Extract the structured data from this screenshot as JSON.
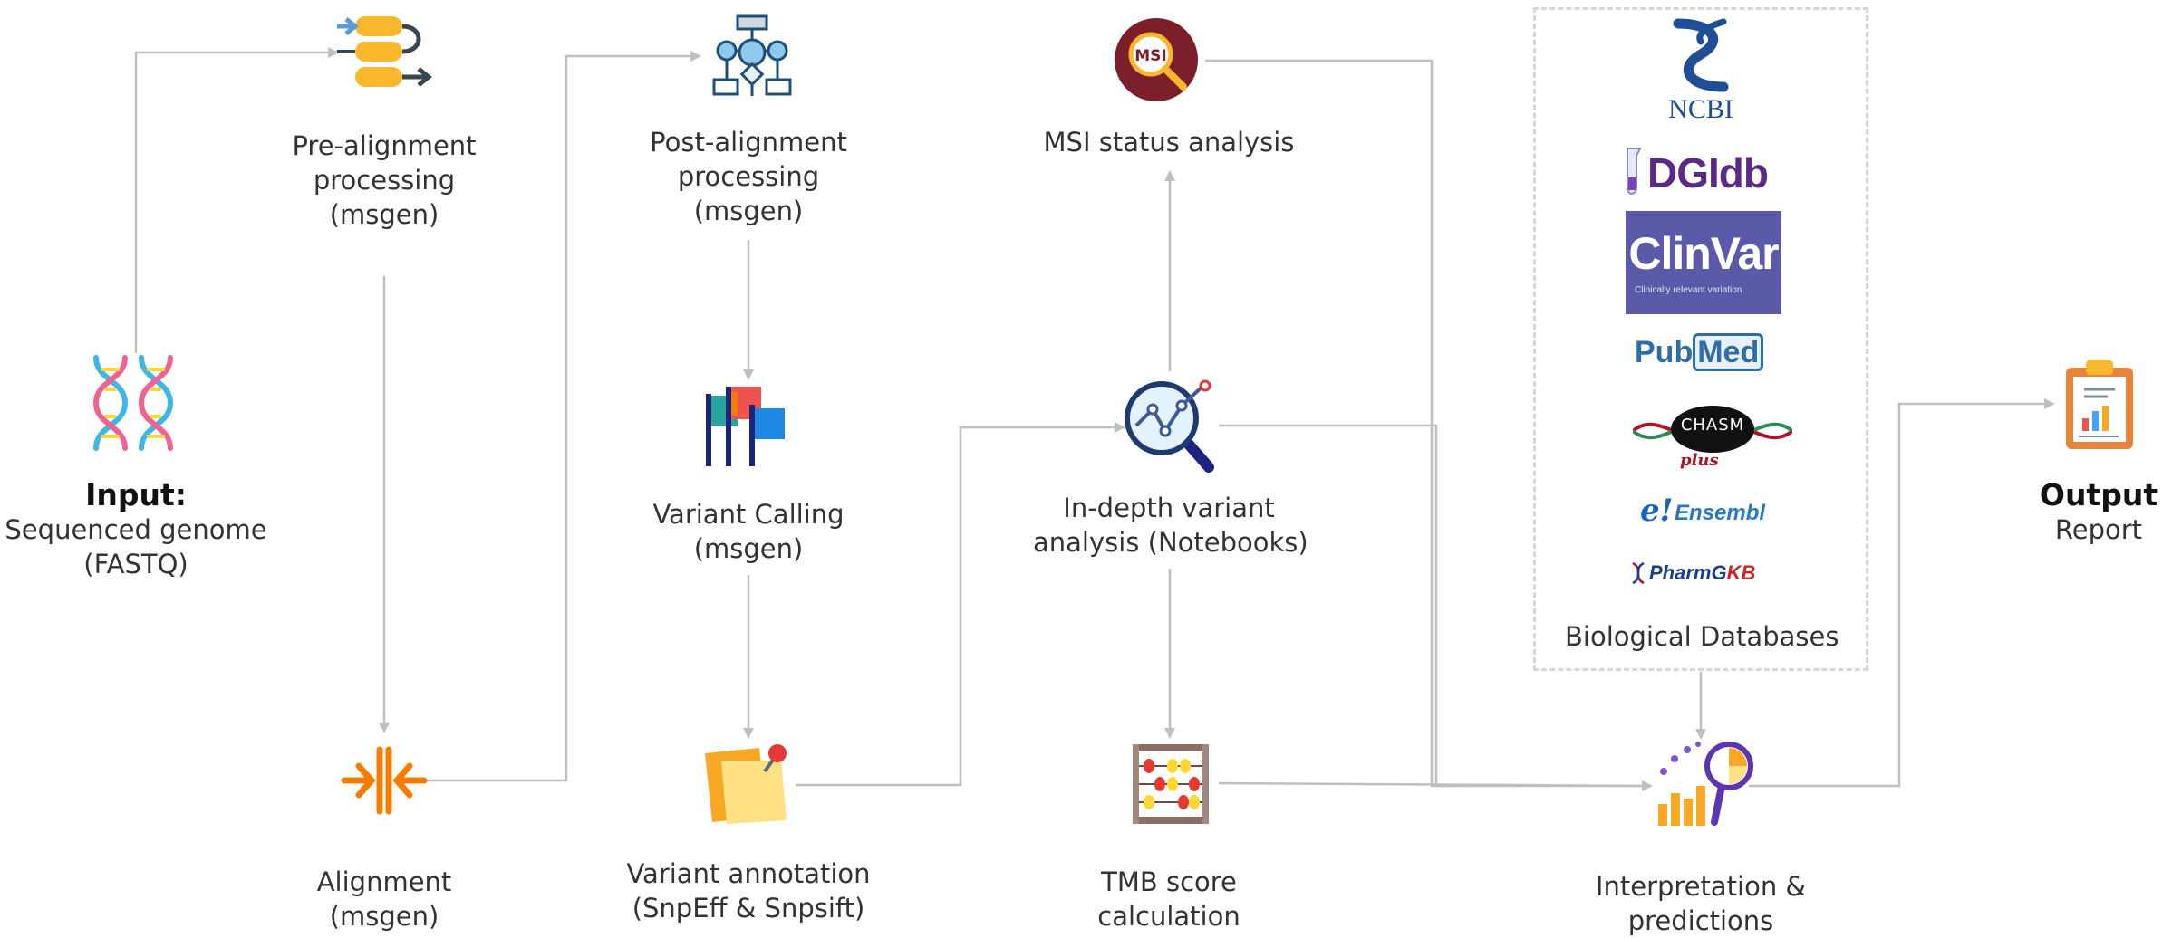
{
  "colors": {
    "arrow": "#bfbfbf",
    "text": "#333333",
    "dashed_border": "#d6d6d6",
    "dna_blue": "#3fb5e8",
    "dna_pink": "#f06292",
    "dna_yellow": "#fdd835",
    "orange": "#f57c00",
    "ncbi_blue": "#1f4e97",
    "dgidb_purple": "#5b2a86",
    "clinvar_bg": "#5a5aa8",
    "pubmed_blue": "#2d6ea8",
    "chasm_red": "#b0122a",
    "chasm_green": "#2e8b57",
    "ensembl_red": "#c62828",
    "ensembl_blue": "#1565c0",
    "pharmgkb_blue": "#1b3f8f"
  },
  "nodes": {
    "input": {
      "title": "Input:",
      "line1": "Sequenced genome",
      "line2": "(FASTQ)",
      "icon": "dna-icon"
    },
    "pre_alignment": {
      "line1": "Pre-alignment",
      "line2": "processing",
      "line3": "(msgen)",
      "icon": "pipeline-icon"
    },
    "alignment": {
      "line1": "Alignment",
      "line2": "(msgen)",
      "icon": "align-arrows-icon"
    },
    "post_alignment": {
      "line1": "Post-alignment",
      "line2": "processing",
      "line3": "(msgen)",
      "icon": "flowchart-icon"
    },
    "variant_calling": {
      "line1": "Variant Calling",
      "line2": "(msgen)",
      "icon": "flags-icon"
    },
    "variant_annotation": {
      "line1": "Variant annotation",
      "line2": "(SnpEff & Snpsift)",
      "icon": "sticky-note-icon"
    },
    "msi": {
      "line1": "MSI status analysis",
      "icon": "msi-magnifier-icon",
      "icon_text": "MSI"
    },
    "indepth": {
      "line1": "In-depth variant",
      "line2": "analysis (Notebooks)",
      "icon": "magnifier-chart-icon"
    },
    "tmb": {
      "line1": "TMB score",
      "line2": "calculation",
      "icon": "abacus-icon"
    },
    "databases": {
      "title": "Biological Databases",
      "logos": {
        "ncbi": "NCBI",
        "dgidb": "DGIdb",
        "clinvar": "ClinVar",
        "clinvar_sub": "Clinically relevant variation",
        "pubmed_a": "Pub",
        "pubmed_b": "Med",
        "chasm": "CHASM",
        "chasm_plus": "plus",
        "ensembl_e": "e!",
        "ensembl": "Ensembl",
        "pharmgkb_a": "PharmG",
        "pharmgkb_b": "KB"
      }
    },
    "interpretation": {
      "line1": "Interpretation &",
      "line2": "predictions",
      "icon": "analytics-icon"
    },
    "output": {
      "title": "Output",
      "line1": "Report",
      "icon": "clipboard-report-icon"
    }
  }
}
